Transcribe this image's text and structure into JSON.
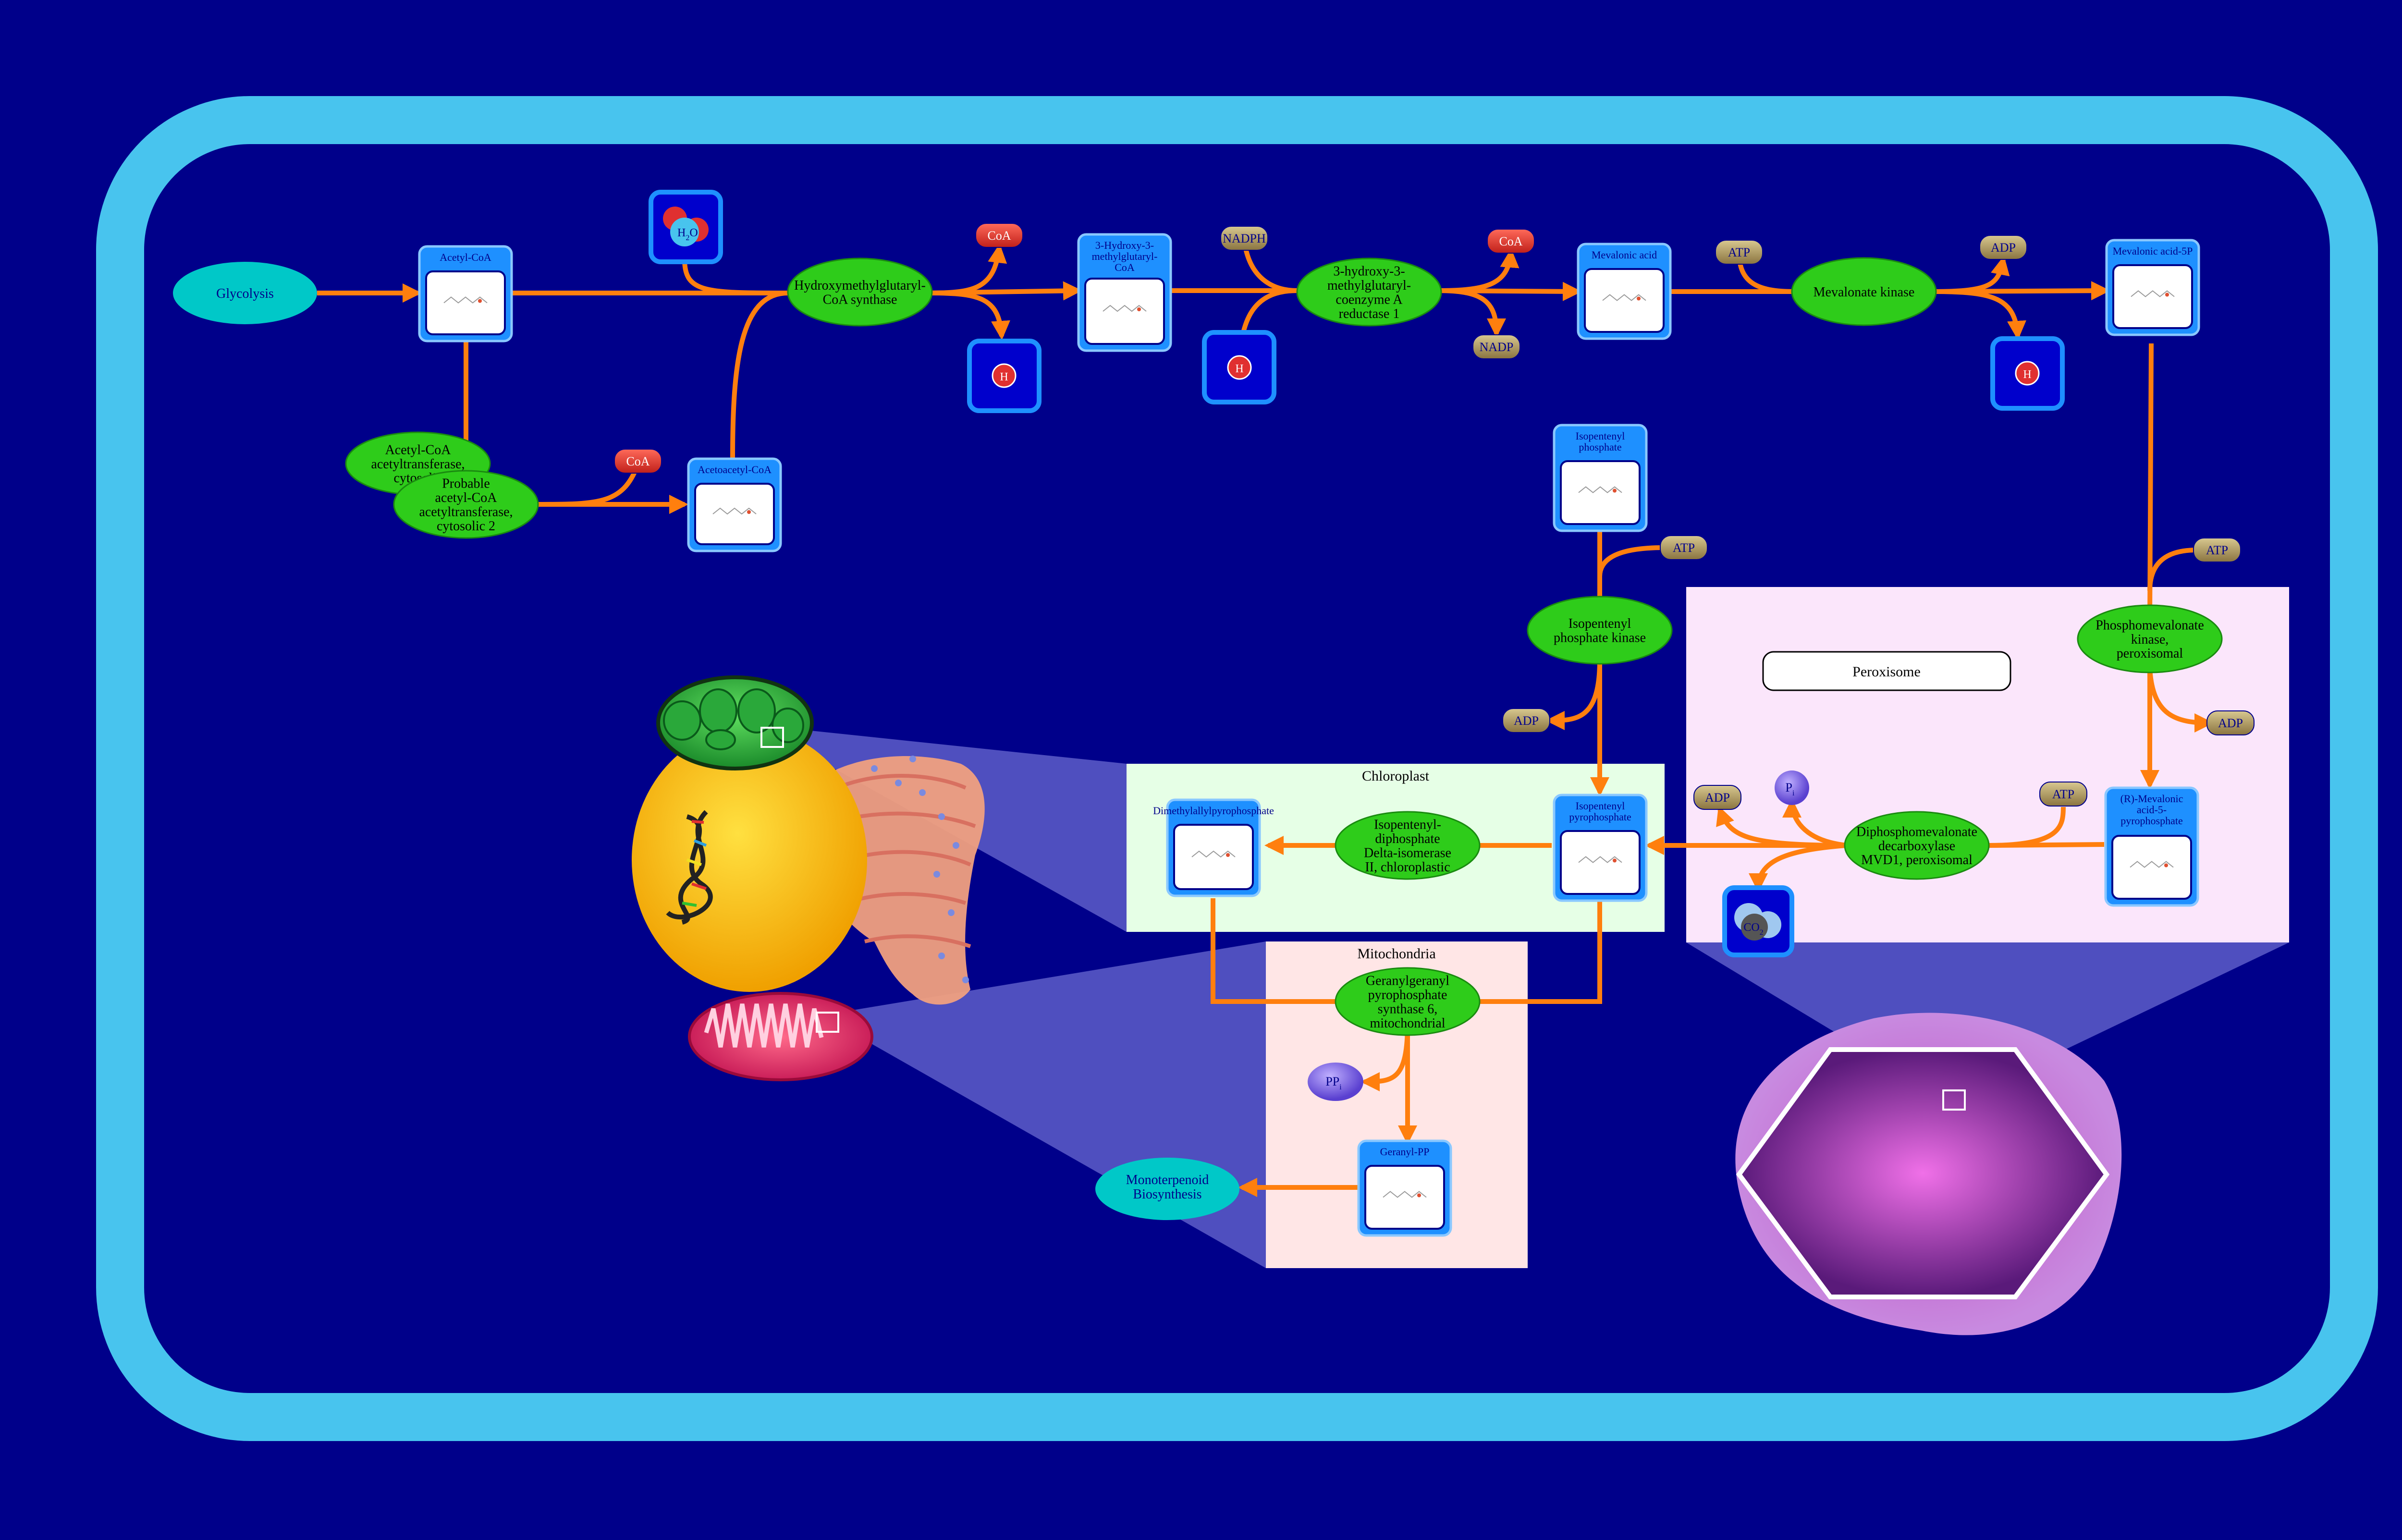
{
  "colors": {
    "background": "#00008a",
    "cell_wall": "#48c4ee",
    "edge": "#ff7f0e",
    "enzyme": "#2ecc1a",
    "pathway_node": "#00c8c8",
    "metabolite_header": "#1e90ff",
    "cofactor_red": "#e0302a",
    "cofactor_tan": "#a08a4a",
    "compartment_chloroplast": "#e6ffe6",
    "compartment_mitochondria": "#ffe6e6",
    "compartment_peroxisome": "#fbe6fb"
  },
  "compartments": {
    "chloroplast": "Chloroplast",
    "mitochondria": "Mitochondria",
    "peroxisome": "Peroxisome"
  },
  "pathways": {
    "glycolysis": "Glycolysis",
    "monoterpenoid_1": "Monoterpenoid",
    "monoterpenoid_2": "Biosynthesis"
  },
  "metabolites": {
    "acetyl_coa": [
      "Acetyl-CoA"
    ],
    "acetoacetyl_coa": [
      "Acetoacetyl-CoA"
    ],
    "hmg_coa": [
      "3-Hydroxy-3-",
      "methylglutaryl-",
      "CoA"
    ],
    "mevalonic_acid": [
      "Mevalonic acid"
    ],
    "mevalonic_acid_5p": [
      "Mevalonic acid-5P"
    ],
    "isopentenyl_phosphate": [
      "Isopentenyl",
      "phosphate"
    ],
    "isopentenyl_pp": [
      "Isopentenyl",
      "pyrophosphate"
    ],
    "dimethylallyl_pp": [
      "Dimethylallylpyrophosphate"
    ],
    "r_mevalonic_5pp": [
      "(R)-Mevalonic",
      "acid-5-",
      "pyrophosphate"
    ],
    "geranyl_pp": [
      "Geranyl-PP"
    ]
  },
  "enzymes": {
    "acetyl_coa_acetyltransferase_cyto": [
      "Acetyl-CoA",
      "acetyltransferase,",
      "cytosolic"
    ],
    "probable_acetyl_coa": [
      "Probable",
      "acetyl-CoA",
      "acetyltransferase,",
      "cytosolic 2"
    ],
    "hmg_coa_synthase": [
      "Hydroxymethylglutaryl-",
      "CoA synthase"
    ],
    "hmg_coa_reductase": [
      "3-hydroxy-3-",
      "methylglutaryl-",
      "coenzyme A",
      "reductase 1"
    ],
    "mevalonate_kinase": [
      "Mevalonate kinase"
    ],
    "phosphomevalonate_kinase": [
      "Phosphomevalonate",
      "kinase,",
      "peroxisomal"
    ],
    "diphosphomevalonate_decarboxylase": [
      "Diphosphomevalonate",
      "decarboxylase",
      "MVD1, peroxisomal"
    ],
    "isopentenyl_phosphate_kinase": [
      "Isopentenyl",
      "phosphate kinase"
    ],
    "ipp_isomerase": [
      "Isopentenyl-",
      "diphosphate",
      "Delta-isomerase",
      "II, chloroplastic"
    ],
    "ggpp_synthase": [
      "Geranylgeranyl",
      "pyrophosphate",
      "synthase 6,",
      "mitochondrial"
    ]
  },
  "cofactors": {
    "coa": "CoA",
    "nadph": "NADPH",
    "nadp": "NADP",
    "atp": "ATP",
    "adp": "ADP",
    "h": "H",
    "h2o": "H",
    "h2o_sub": "2",
    "h2o_o": "O",
    "co2": "CO",
    "co2_sub": "2",
    "pi": "P",
    "pi_sub": "i",
    "ppi": "PP",
    "ppi_sub": "i"
  }
}
